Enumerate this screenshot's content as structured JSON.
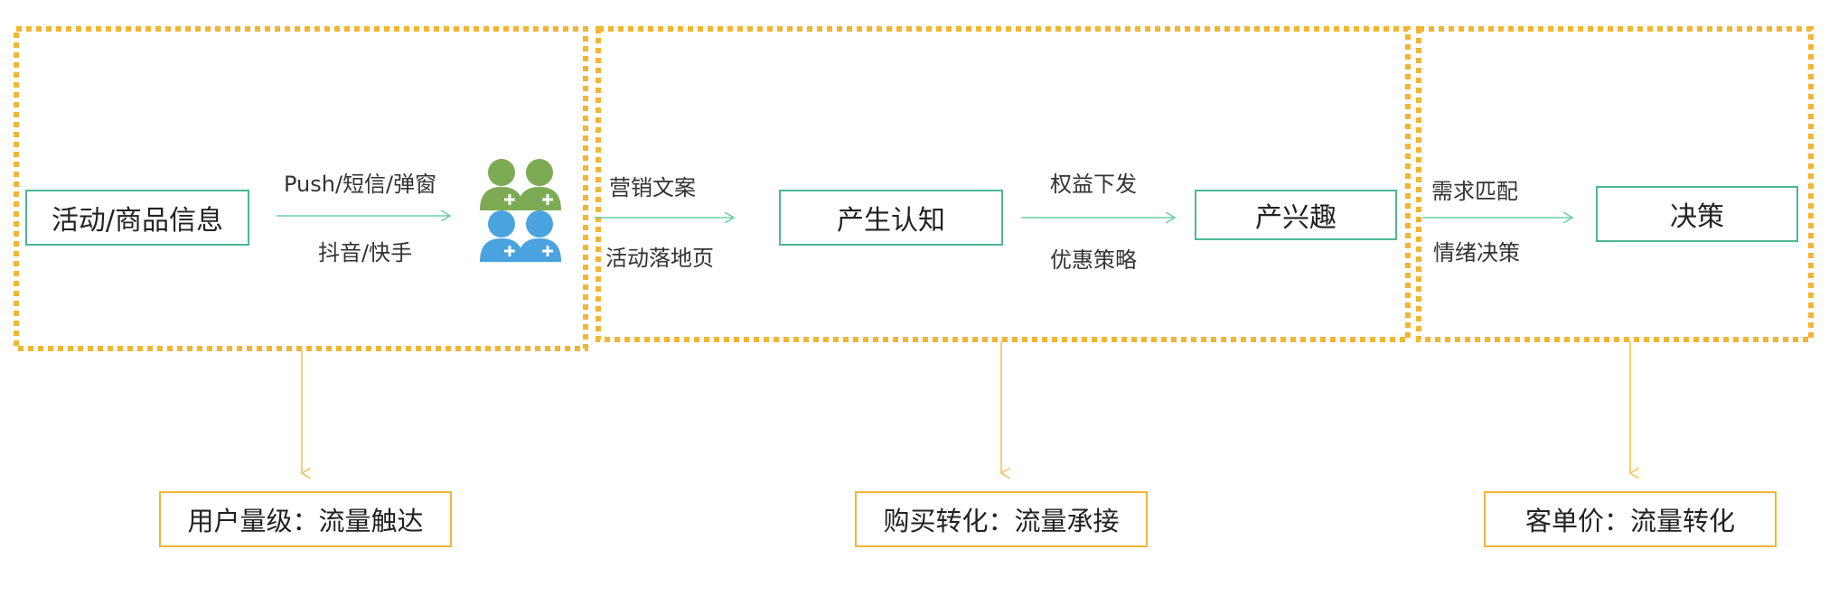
{
  "colors": {
    "frame": "#f2b534",
    "node_border": "#4db797",
    "arrow": "#6fcfa7",
    "down_arrow": "#f2c55a",
    "user_green": "#7cab54",
    "user_blue": "#4aa3df"
  },
  "stages": [
    {
      "source": "活动/商品信息",
      "channels": [
        "Push/短信/弹窗",
        "抖音/快手"
      ],
      "icon": "users-group-icon",
      "result": "用户量级：流量触达"
    },
    {
      "inputs": [
        "营销文案",
        "活动落地页"
      ],
      "node": "产生认知",
      "levers": [
        "权益下发",
        "优惠策略"
      ],
      "target": "产兴趣",
      "result": "购买转化：流量承接"
    },
    {
      "inputs": [
        "需求匹配",
        "情绪决策"
      ],
      "node": "决策",
      "result": "客单价：流量转化"
    }
  ]
}
